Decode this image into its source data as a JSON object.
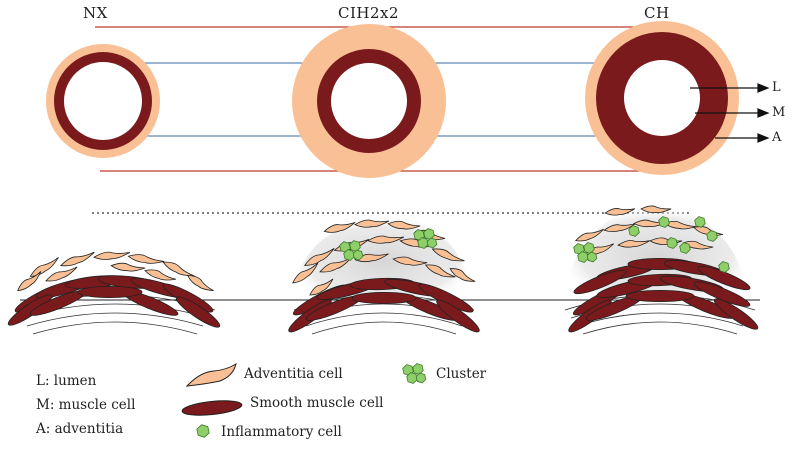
{
  "conditions": [
    "NX",
    "CIH2x2",
    "CH"
  ],
  "layer_labels": [
    "L",
    "M",
    "A"
  ],
  "legend": {
    "abbreviations": [
      "L: lumen",
      "M: muscle cell",
      "A: adventitia"
    ],
    "cells": [
      "Adventitia cell",
      "Smooth muscle cell",
      "Inflammatory cell"
    ],
    "cluster": "Cluster"
  },
  "colors": {
    "adventitia": "#f8c094",
    "muscle": "#7a1a1c",
    "inflammatory": "#8fcf6a",
    "outline": "#222222",
    "guide_red": "#c0392b",
    "guide_blue": "#3a6ea5"
  }
}
